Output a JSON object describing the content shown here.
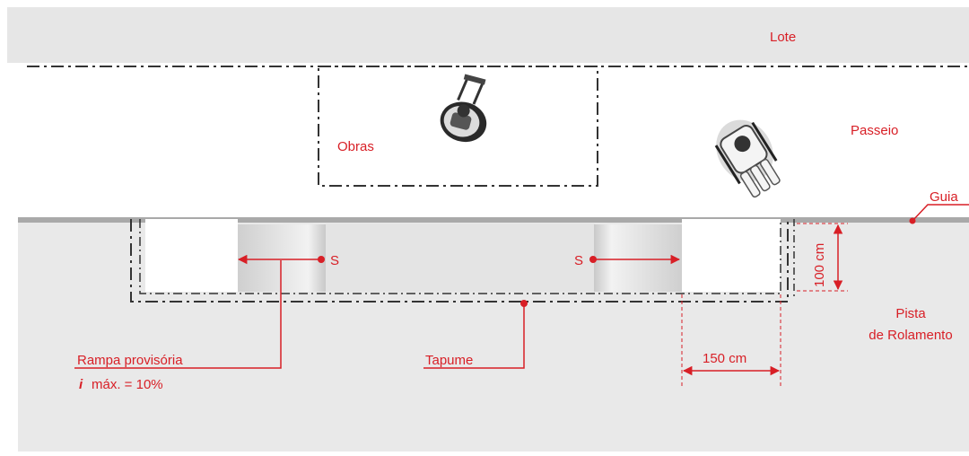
{
  "colors": {
    "accent_red": "#d81f26",
    "lot_gray": "#e6e6e6",
    "road_gray": "#e9e9e9",
    "curb_gray": "#a9a9a9",
    "outline_black": "#333333"
  },
  "labels": {
    "lote": "Lote",
    "passeio": "Passeio",
    "obras": "Obras",
    "guia": "Guia",
    "pista_line1": "Pista",
    "pista_line2": "de Rolamento",
    "tapume": "Tapume",
    "rampa": "Rampa provisória",
    "slope_symbol": "i",
    "slope_value": "máx. = 10%",
    "s_left": "S",
    "s_right": "S",
    "dim_width": "150 cm",
    "dim_height": "100 cm"
  },
  "icons": [
    "wheelchair-user-icon",
    "wheelchair-user-icon"
  ]
}
